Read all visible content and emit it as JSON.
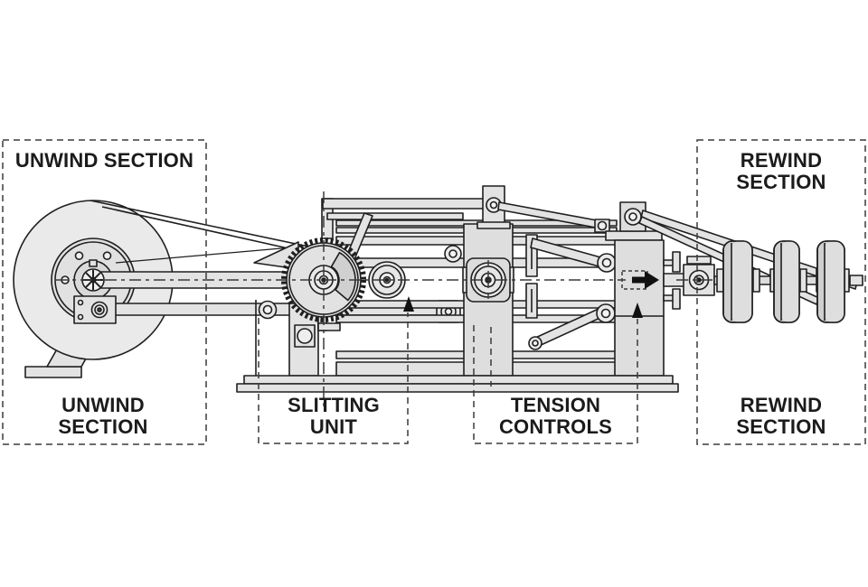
{
  "diagram": {
    "kind": "technical-line-drawing",
    "subject": "slitting-machine-schematic",
    "labels": {
      "unwind_top": "UNWIND SECTION",
      "rewind_top": "REWIND SECTION",
      "unwind_bottom": "UNWIND\nSECTION",
      "slitting_bottom": "SLITTING\nUNIT",
      "tension_bottom": "TENSION\nCONTROLS",
      "rewind_bottom": "REWIND\nSECTION"
    },
    "colors": {
      "background": "#ffffff",
      "outline": "#1f1f1f",
      "machine_fill": "#e3e3e3",
      "machine_fill_light": "#e9e9e9",
      "dash_line": "#3a3a3a",
      "arrow": "#111111",
      "label_text": "#1b1b1b"
    }
  }
}
